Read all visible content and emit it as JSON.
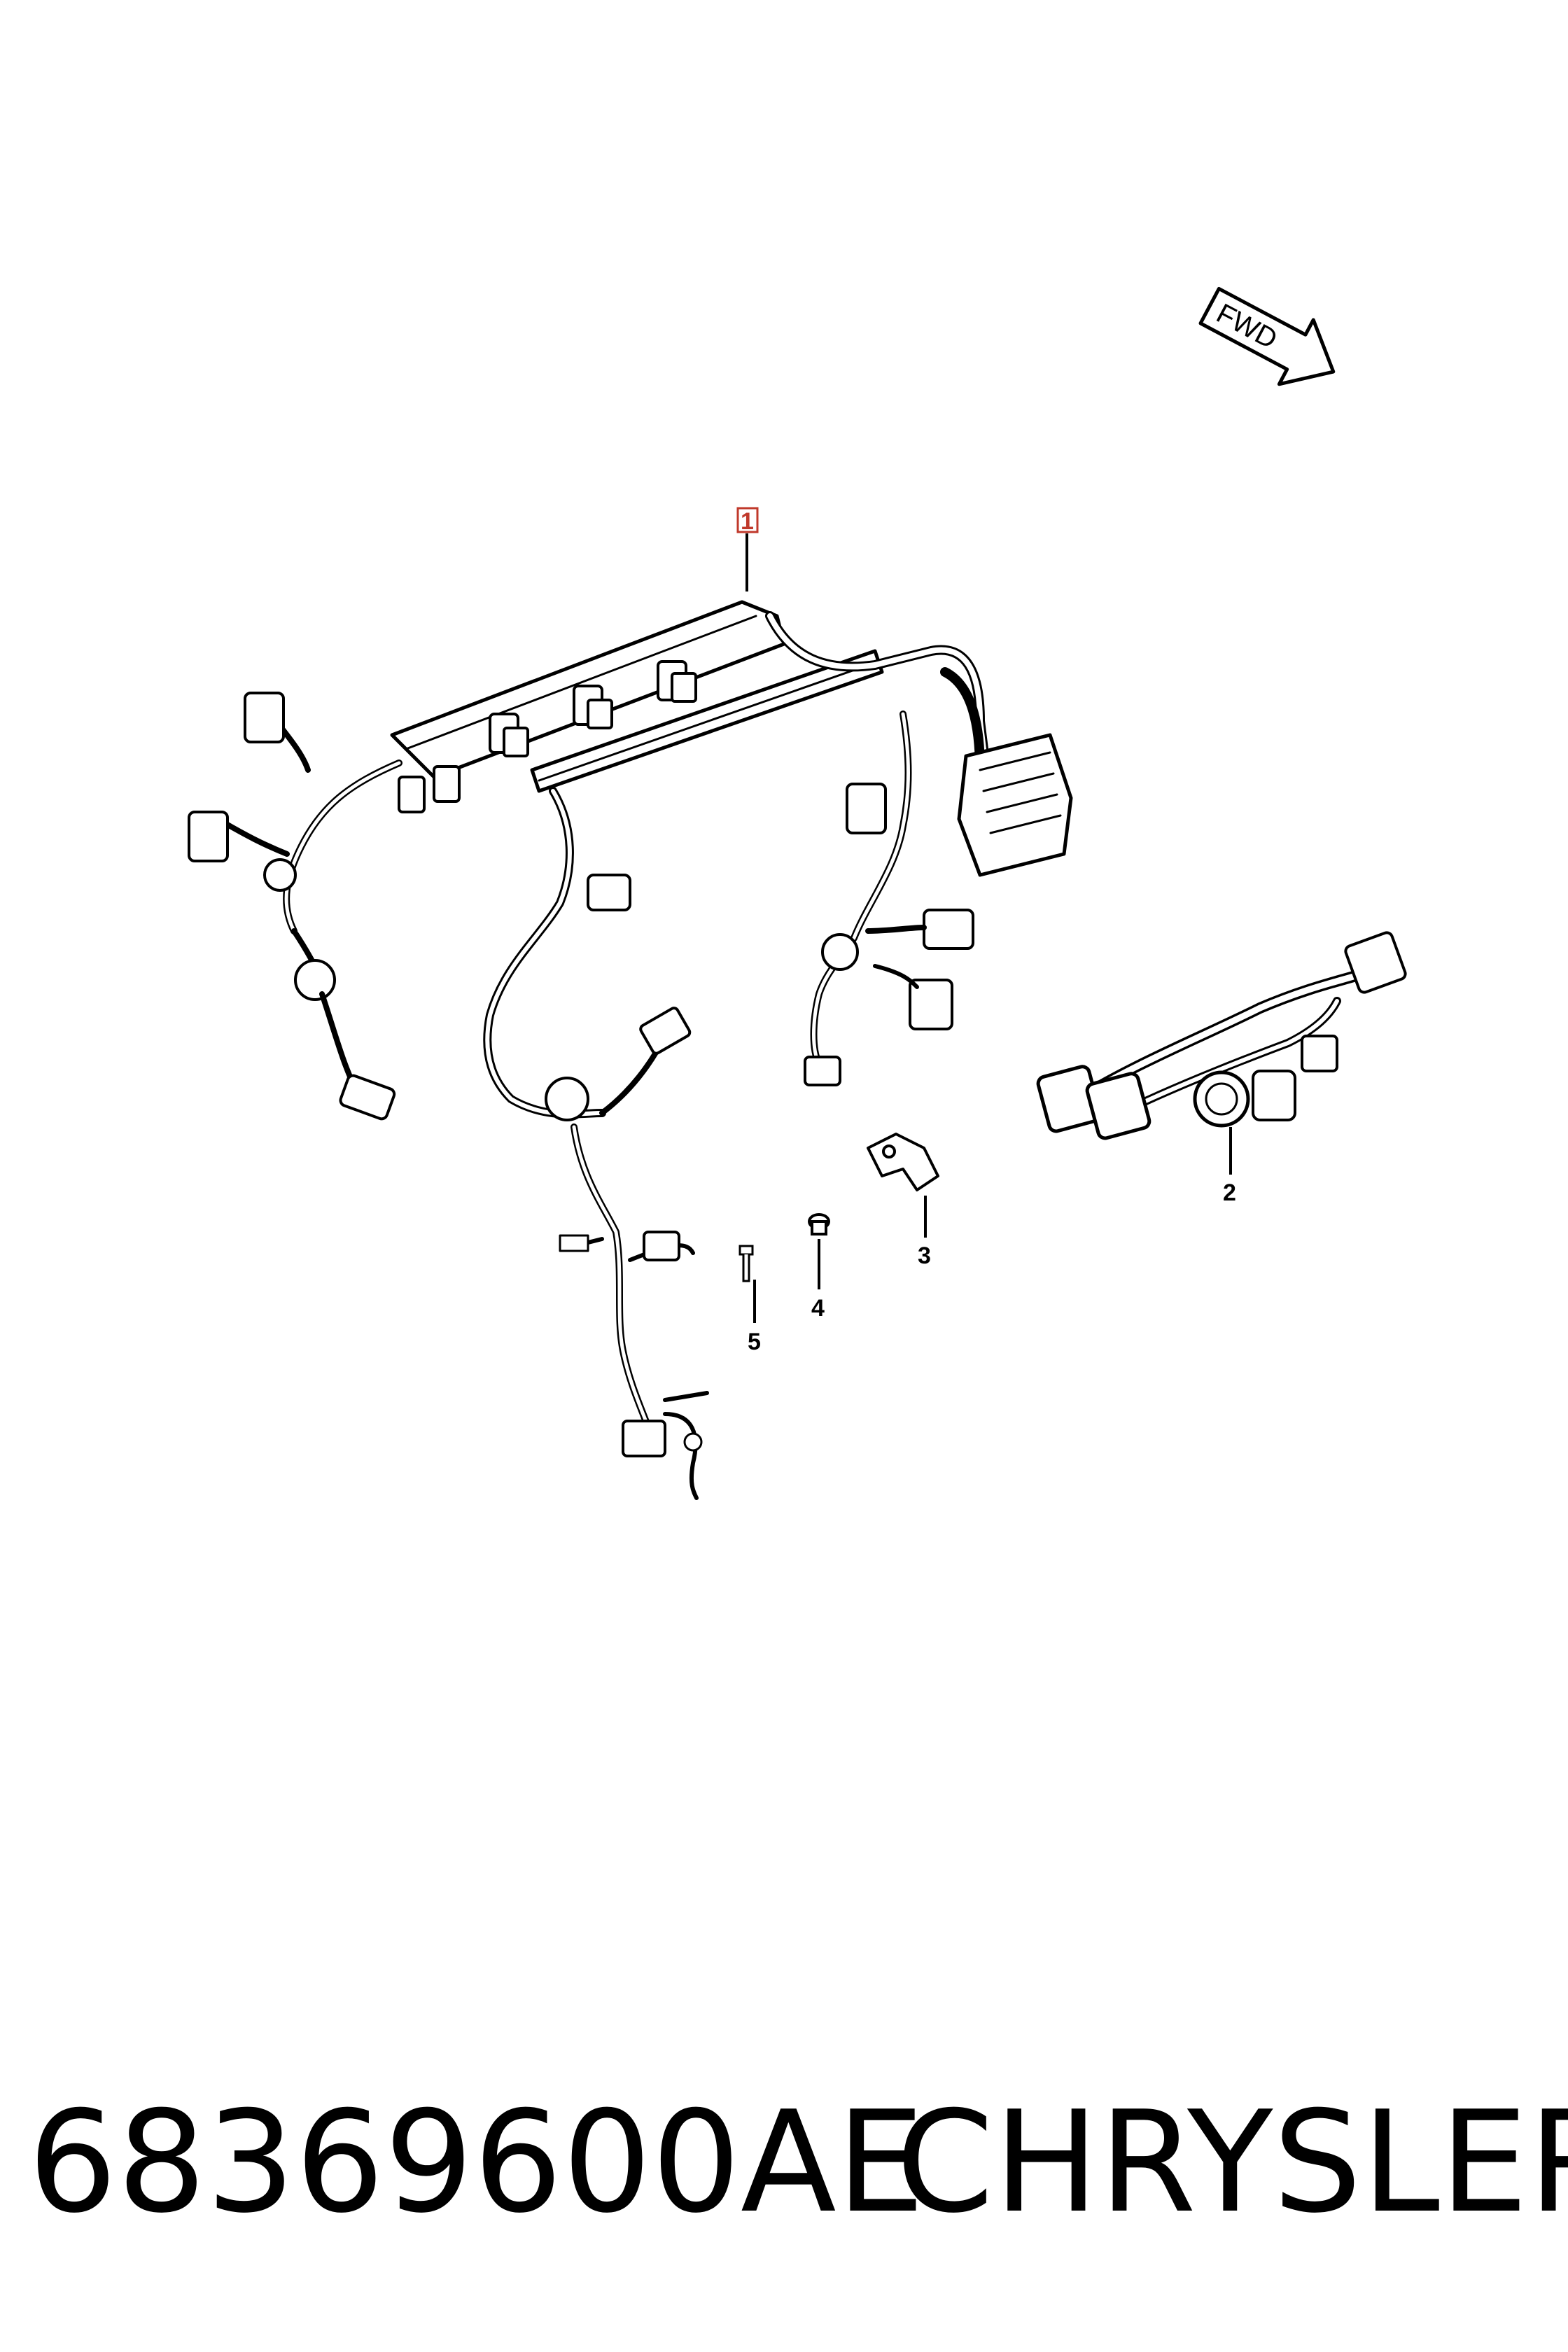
{
  "direction_label": "FWD",
  "callouts": [
    {
      "id": "1",
      "highlighted": true
    },
    {
      "id": "2",
      "highlighted": false
    },
    {
      "id": "3",
      "highlighted": false
    },
    {
      "id": "4",
      "highlighted": false
    },
    {
      "id": "5",
      "highlighted": false
    }
  ],
  "footer": {
    "part_number": "68369600AE",
    "brand": "CHRYSLER"
  },
  "colors": {
    "line": "#000000",
    "highlight": "#c0392b",
    "background": "#ffffff"
  }
}
